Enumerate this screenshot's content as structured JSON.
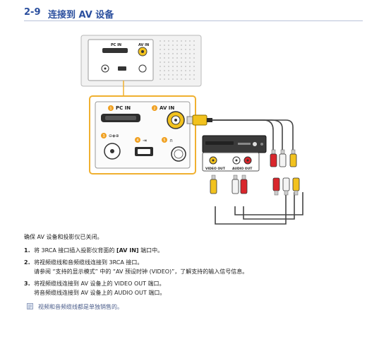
{
  "header": {
    "section_number": "2-9",
    "title": "连接到 AV 设备"
  },
  "figure": {
    "projector_labels": {
      "pc_in": "PC IN",
      "av_in": "AV IN"
    },
    "panel_labels": {
      "pc_in": "PC IN",
      "av_in": "AV IN"
    },
    "badges": [
      "1",
      "2",
      "3",
      "4",
      "5"
    ],
    "device_labels": {
      "video_out": "VIDEO OUT",
      "audio_out": "AUDIO OUT"
    },
    "colors": {
      "callout_border": "#f0b030",
      "yellow_plug": "#f2c21e",
      "red_plug": "#d9262c",
      "white_plug": "#f4f4f4",
      "badge": "#f0a020",
      "heading": "#2b4f9e"
    }
  },
  "intro": "确保 AV 设备和投影仪已关闭。",
  "steps": [
    {
      "num": "1.",
      "before": "将 3RCA 接口插入投影仪背面的 ",
      "bold": "[AV IN]",
      "after": " 端口中。"
    },
    {
      "num": "2.",
      "line1": "将视频缆线和音频缆线连接到 3RCA 接口。",
      "line2": "请参阅 “支持的显示模式” 中的 “AV 预设时钟 (VIDEO)”，了解支持的输入信号信息。"
    },
    {
      "num": "3.",
      "line1": "将视频缆线连接到 AV 设备上的 VIDEO OUT 端口。",
      "line2": "将音频缆线连接到 AV 设备上的 AUDIO OUT 端口。"
    }
  ],
  "note": "视频和音频缆线都是单独销售的。"
}
